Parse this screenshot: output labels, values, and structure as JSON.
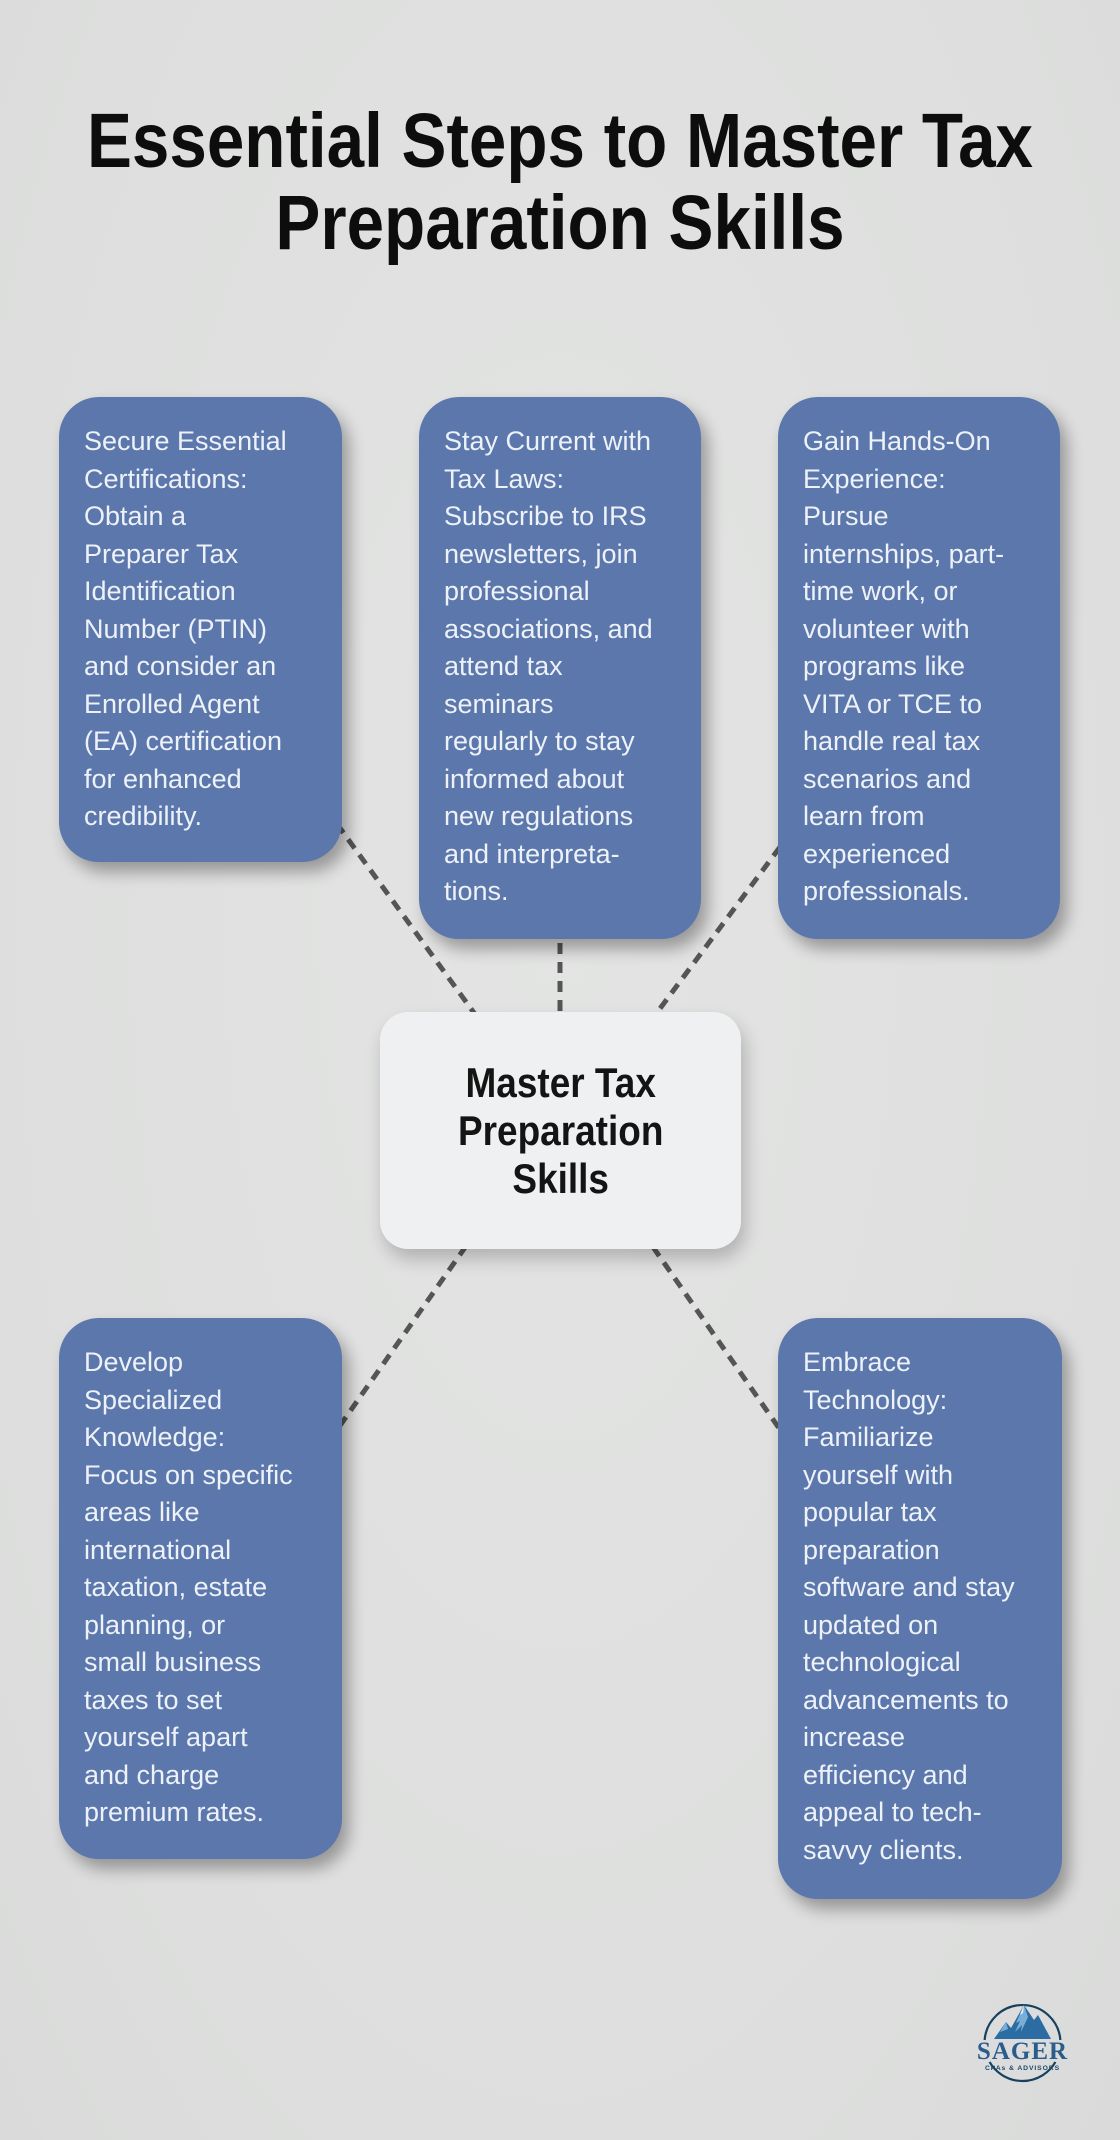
{
  "infographic": {
    "title": {
      "lines": [
        "Essential Steps to Master Tax",
        "Preparation Skills"
      ]
    },
    "center_node": {
      "text": "Master Tax\nPreparation\nSkills"
    },
    "step_nodes": [
      {
        "id": "secure-certifications",
        "text": "Secure Essential\nCertifications:\nObtain a\nPreparer Tax\nIdentification\nNumber (PTIN)\nand consider an\nEnrolled Agent\n(EA) certification\nfor enhanced\ncredibility."
      },
      {
        "id": "stay-current-tax-laws",
        "text": "Stay Current with\nTax Laws:\nSubscribe to IRS\nnewsletters, join\nprofessional\nassociations, and\nattend tax\nseminars\nregularly to stay\ninformed about\nnew regulations\nand interpreta-\ntions."
      },
      {
        "id": "gain-hands-on-experience",
        "text": "Gain Hands-On\nExperience:\nPursue\ninternships, part-\ntime work, or\nvolunteer with\nprograms like\nVITA or TCE to\nhandle real tax\nscenarios and\nlearn from\nexperienced\nprofessionals."
      },
      {
        "id": "develop-specialized-knowledge",
        "text": "Develop\nSpecialized\nKnowledge:\nFocus on specific\nareas like\ninternational\ntaxation, estate\nplanning, or\nsmall business\ntaxes to set\nyourself apart\nand charge\npremium rates."
      },
      {
        "id": "embrace-technology",
        "text": "Embrace\nTechnology:\nFamiliarize\nyourself with\npopular tax\npreparation\nsoftware and stay\nupdated on\ntechnological\nadvancements to\nincrease\nefficiency and\nappeal to tech-\nsavvy clients."
      }
    ],
    "logo": {
      "name": "SAGER",
      "tagline": "CPAs & ADVISORS"
    },
    "colors": {
      "background": "#dfe0df",
      "node_fill": "#5c77ab",
      "node_text": "#edf1f8",
      "center_fill": "#eff0f2",
      "center_text": "#141414",
      "connector": "#555555",
      "title_text": "#0d0d0d",
      "logo_navy": "#16405e",
      "logo_steel_blue": "#2a5d8c",
      "logo_mountain_blue": "#2b6ca3"
    }
  }
}
